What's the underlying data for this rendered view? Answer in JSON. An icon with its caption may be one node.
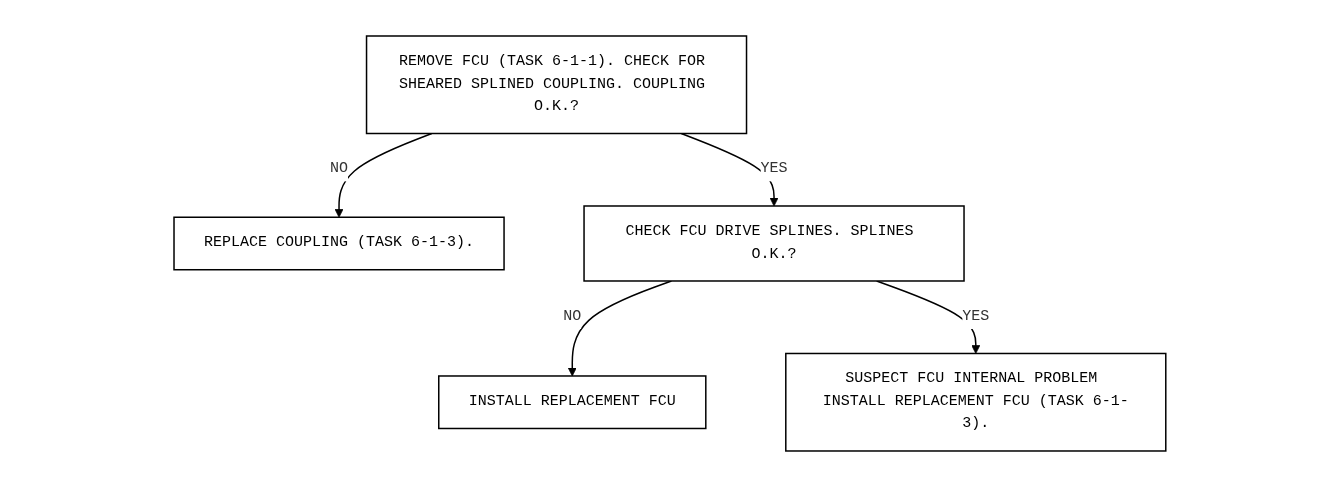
{
  "diagram": {
    "nodes": [
      {
        "text": [
          "REMOVE FCU (TASK 6-1-1). CHECK FOR SHEARED SPLINED COUPLING. COUPLING O.K.?"
        ]
      },
      {
        "text": [
          "REPLACE COUPLING (TASK 6-1-3)."
        ]
      },
      {
        "text": [
          "CHECK FCU DRIVE SPLINES. SPLINES O.K.?"
        ]
      },
      {
        "text": [
          "INSTALL REPLACEMENT FCU"
        ]
      },
      {
        "text": [
          "SUSPECT FCU INTERNAL PROBLEM INSTALL REPLACEMENT FCU (TASK 6-1-3)."
        ]
      }
    ],
    "edges": [
      {
        "from": 0,
        "to": 1,
        "arrow": "to",
        "label": "NO"
      },
      {
        "from": 0,
        "to": 2,
        "arrow": "to",
        "label": "YES"
      },
      {
        "from": 2,
        "to": 3,
        "arrow": "to",
        "label": "NO"
      },
      {
        "from": 2,
        "to": 4,
        "arrow": "to",
        "label": "YES"
      }
    ]
  }
}
